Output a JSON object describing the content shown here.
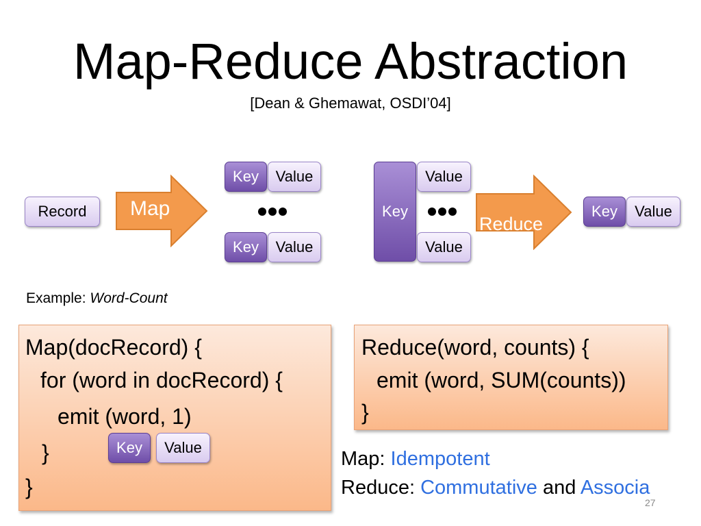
{
  "slide": {
    "title": "Map-Reduce Abstraction",
    "citation": "[Dean & Ghemawat, OSDI’04]",
    "page_number": "27"
  },
  "diagram": {
    "record_label": "Record",
    "map_label": "Map",
    "reduce_label": "Reduce",
    "key_label": "Key",
    "value_label": "Value"
  },
  "example": {
    "prefix": "Example: ",
    "name": "Word-Count"
  },
  "map_code": {
    "line1": "Map(docRecord) {",
    "line2": "for (word in docRecord) {",
    "line3": "emit (word, 1)",
    "line4": "}",
    "line5": "}"
  },
  "reduce_code": {
    "line1": "Reduce(word, counts) {",
    "line2": "emit (word, SUM(counts))",
    "line3": "}"
  },
  "properties": {
    "map_prefix": "Map: ",
    "map_property": "Idempotent",
    "reduce_prefix": "Reduce: ",
    "reduce_property1": "Commutative",
    "and_text": " and ",
    "reduce_property2": "Associa"
  },
  "colors": {
    "arrow_orange": "#f39a4c",
    "key_purple": "#7a58b2",
    "value_lavender": "#e6dcf6",
    "code_box_peach": "#fbc9a6",
    "property_blue": "#2f6fe0"
  }
}
